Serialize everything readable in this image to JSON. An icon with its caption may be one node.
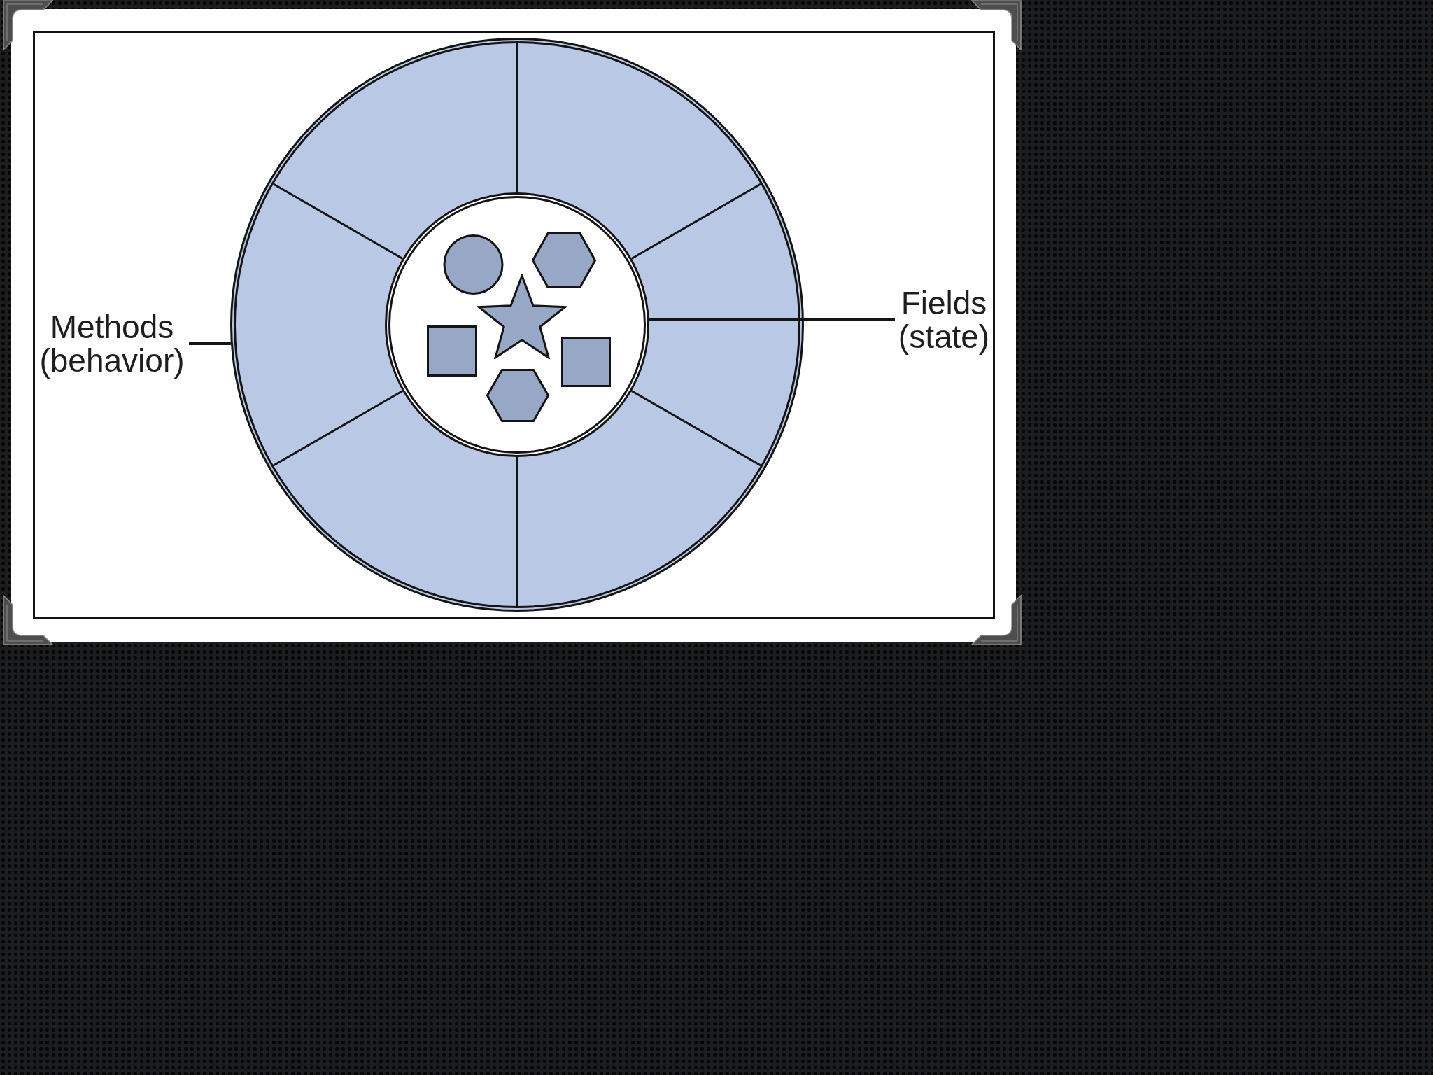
{
  "diagram": {
    "nodes": [
      {
        "text": [
          "Methods (behavior)"
        ]
      },
      {
        "text": [],
        "shape": "circle"
      },
      {
        "text": [],
        "shape": "circle",
        "in": 1
      },
      {
        "text": [
          "Fields (state)"
        ]
      }
    ],
    "edges": [
      {
        "from": 0,
        "to": 1,
        "arrow": "none"
      },
      {
        "from": 3,
        "to": 2,
        "arrow": "none"
      }
    ]
  }
}
